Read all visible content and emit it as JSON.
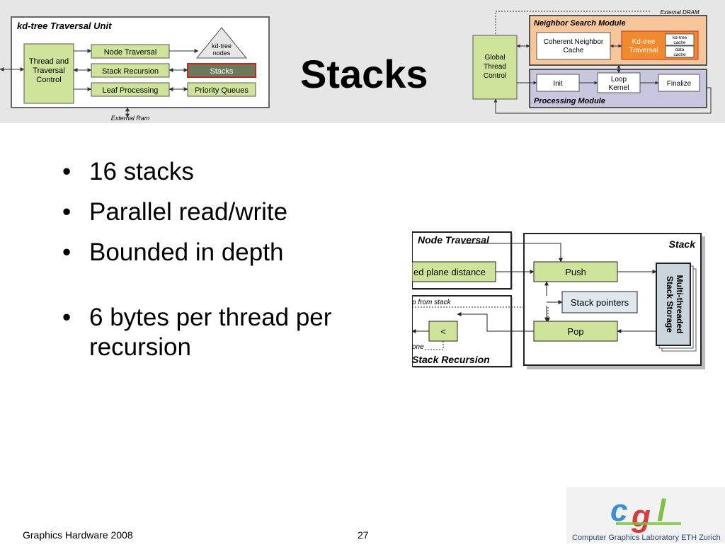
{
  "slide": {
    "title": "Stacks",
    "bullets": [
      "16 stacks",
      "Parallel read/write",
      "Bounded in depth",
      "6 bytes per thread per recursion"
    ],
    "bullet_glyph": "•",
    "footer_left": "Graphics Hardware 2008",
    "page_number": "27"
  },
  "diagram_left": {
    "title": "kd-tree Traversal Unit",
    "thread_control": [
      "Thread and",
      "Traversal",
      "Control"
    ],
    "node_traversal": "Node Traversal",
    "stack_recursion": "Stack Recursion",
    "leaf_processing": "Leaf Processing",
    "kd_tree_nodes": [
      "kd-tree",
      "nodes"
    ],
    "stacks": "Stacks",
    "priority_queues": "Priority Queues",
    "external_ram": "External Ram"
  },
  "diagram_right": {
    "external_dram": "External DRAM",
    "neighbor_search_module": "Neighbor Search Module",
    "coherent_neighbor_cache": [
      "Coherent Neighbor",
      "Cache"
    ],
    "kd_tree_traversal": [
      "Kd-tree",
      "Traversal"
    ],
    "kd_tree_cache": [
      "kd-tree",
      "cache"
    ],
    "data_cache": [
      "data",
      "cache"
    ],
    "global_thread_control": [
      "Global",
      "Thread",
      "Control"
    ],
    "init": "Init",
    "loop_kernel": [
      "Loop",
      "Kernel"
    ],
    "finalize": "Finalize",
    "processing_module": "Processing Module"
  },
  "diagram_stack": {
    "node_traversal": "Node Traversal",
    "plane_distance": "ed plane distance",
    "pop_from_stack": "p from stack",
    "less_than": "<",
    "one": "one",
    "stack_recursion": "Stack Recursion",
    "stack": "Stack",
    "push": "Push",
    "stack_pointers": "Stack pointers",
    "pop": "Pop",
    "storage": [
      "Multi-threaded",
      "Stack Storage"
    ]
  },
  "logo": {
    "mark": "cgl",
    "caption": "Computer Graphics Laboratory ETH Zurich",
    "colors": {
      "c": "#3b8fd6",
      "g": "#d83a3a",
      "l": "#7cc142"
    }
  },
  "colors": {
    "box_green": "#cfe39a",
    "orange_module": "#f7c79b",
    "orange_inner": "#f08a2c",
    "purple_module": "#c9c7e0",
    "stacks_fill": "#6a7a5a",
    "stacks_border": "#d02020",
    "stack_pointers_fill": "#dfe8ef"
  }
}
